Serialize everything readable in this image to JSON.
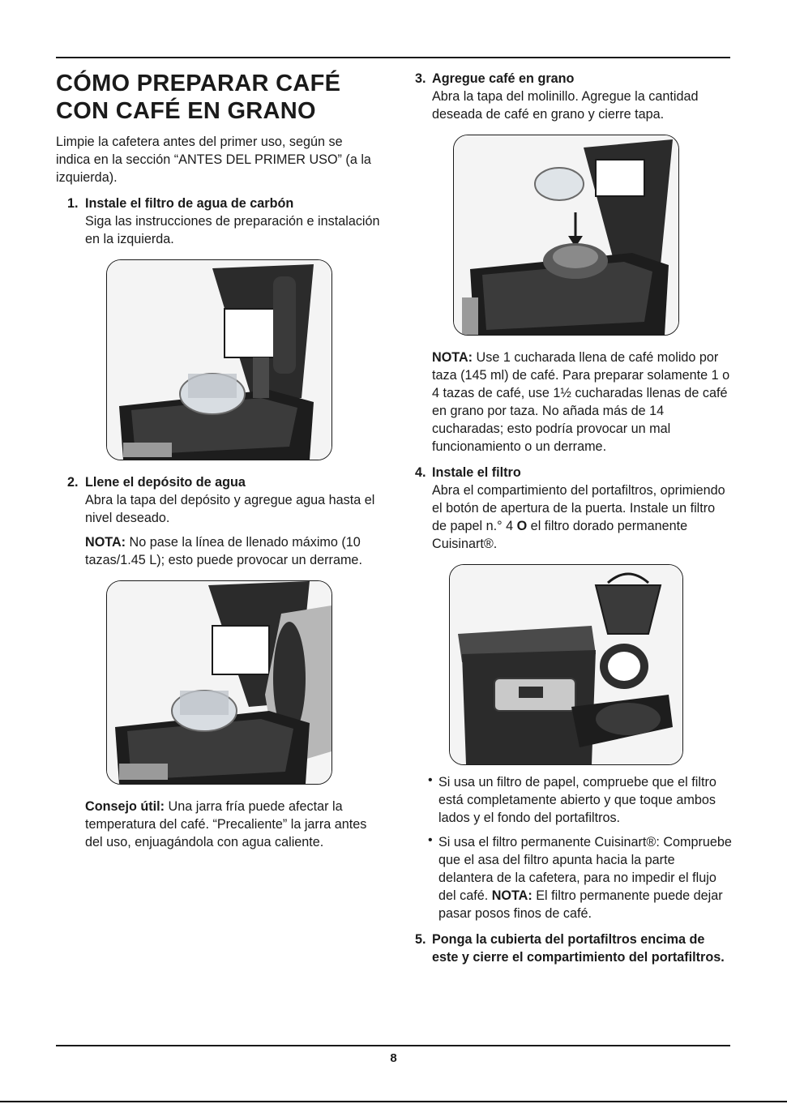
{
  "heading": {
    "line1": "CÓMO PREPARAR CAFÉ",
    "line2": "CON CAFÉ EN GRANO"
  },
  "intro": "Limpie la cafetera antes del primer uso, según se indica en la sección “ANTES DEL PRIMER USO” (a la izquierda).",
  "steps": [
    {
      "num": "1.",
      "title": "Instale el filtro de agua de carbón",
      "body": "Siga las instrucciones de preparación e instalación en la izquierda."
    },
    {
      "num": "2.",
      "title": "Llene el depósito de agua",
      "body": "Abra la tapa del depósito y agregue agua hasta el nivel deseado.",
      "note_label": "NOTA:",
      "note_text": " No pase la línea de llenado máximo (10 tazas/1.45 L); esto puede provocar un derrame.",
      "tip_label": "Consejo útil:",
      "tip_text": " Una jarra fría puede afectar la temperatura del café. “Precaliente” la jarra antes del uso, enjuagándola con agua caliente."
    },
    {
      "num": "3.",
      "title": "Agregue café en grano",
      "body": "Abra la tapa del molinillo. Agregue la cantidad deseada de café en grano y cierre tapa.",
      "note_label": "NOTA:",
      "note_text": " Use 1 cucharada llena de café molido por taza (145 ml) de café. Para preparar solamente 1 o 4 tazas de café, use 1½ cucharadas llenas de café en grano por taza. No añada más de 14 cucharadas; esto podría provocar un mal funcionamiento o un derrame."
    },
    {
      "num": "4.",
      "title": "Instale el filtro",
      "body_a": "Abra el compartimiento del portafiltros, oprimiendo el botón de apertura de la puerta. Instale un filtro de papel n.° 4 ",
      "body_bold": "O",
      "body_b": " el filtro dorado permanente Cuisinart®.",
      "bullets": [
        {
          "dot": "•",
          "text": "Si usa un filtro de papel, compruebe que el filtro está completamente abierto y que toque ambos lados y el fondo del portafiltros."
        },
        {
          "dot": "•",
          "text_a": "Si usa el filtro permanente Cuisinart®: Compruebe que el asa del filtro apunta hacia la parte delantera de la cafetera, para no impedir el flujo del café. ",
          "note_label": "NOTA:",
          "text_b": " El filtro permanente puede dejar pasar posos finos de café."
        }
      ]
    },
    {
      "num": "5.",
      "body": "Ponga la cubierta del portafiltros encima de este y cierre el compartimiento del portafiltros."
    }
  ],
  "page_number": "8"
}
